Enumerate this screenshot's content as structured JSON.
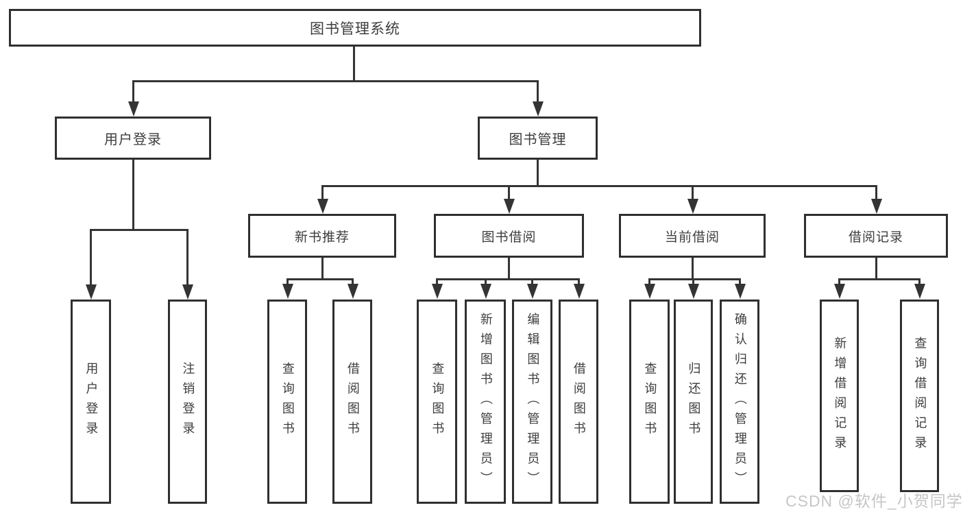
{
  "diagram": {
    "root": {
      "label": "图书管理系统"
    },
    "level2": [
      {
        "label": "用户登录"
      },
      {
        "label": "图书管理"
      }
    ],
    "level3": [
      {
        "label": "新书推荐"
      },
      {
        "label": "图书借阅"
      },
      {
        "label": "当前借阅"
      },
      {
        "label": "借阅记录"
      }
    ],
    "leaves": {
      "user_login": [
        "用户登录",
        "注销登录"
      ],
      "new_book": [
        "查询图书",
        "借阅图书"
      ],
      "book_borrow": [
        "查询图书",
        "新增图书（管理员）",
        "编辑图书（管理员）",
        "借阅图书"
      ],
      "current_borrow": [
        "查询图书",
        "归还图书",
        "确认归还（管理员）"
      ],
      "borrow_records": [
        "新增借阅记录",
        "查询借阅记录"
      ]
    }
  },
  "watermark": {
    "text": "CSDN @软件_小贺同学"
  },
  "colors": {
    "line": "#343434",
    "border": "#2f2f2f",
    "text": "#3d3d3d",
    "background": "#ffffff",
    "watermark": "#c6c6c6"
  }
}
